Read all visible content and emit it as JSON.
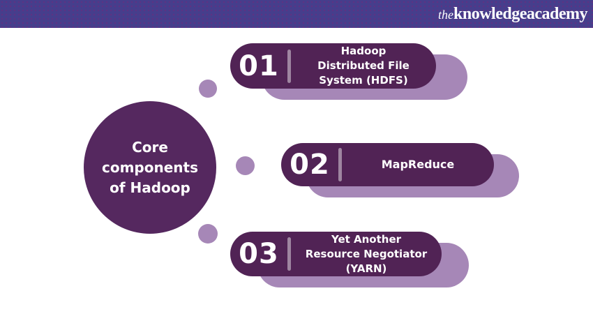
{
  "header": {
    "logo_prefix": "the",
    "logo_name": "knowledgeacademy"
  },
  "diagram": {
    "title": "Core components of Hadoop",
    "items": [
      {
        "number": "01",
        "label": "Hadoop Distributed File System (HDFS)"
      },
      {
        "number": "02",
        "label": "MapReduce"
      },
      {
        "number": "03",
        "label": "Yet Another Resource Negotiator (YARN)"
      }
    ]
  },
  "colors": {
    "header_bg": "#463E8C",
    "shape_dark": "#512355",
    "circle_dark": "#55285F",
    "shape_light": "#A687B7",
    "text": "#FFFFFF"
  }
}
